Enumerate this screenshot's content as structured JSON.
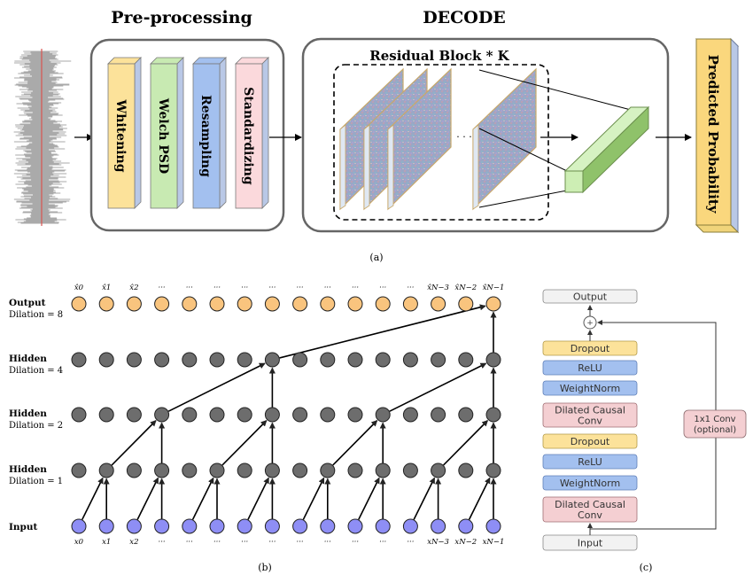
{
  "panel_a": {
    "preprocessing_title": "Pre-processing",
    "decode_title": "DECODE",
    "steps": [
      "Whitening",
      "Welch PSD",
      "Resampling",
      "Standardizing"
    ],
    "step_colors": [
      "#fce29a",
      "#c8eab2",
      "#a3c0ef",
      "#fbd9dc"
    ],
    "residual_block_label": "Residual Block  * K",
    "ellipsis": "·  ·  ·",
    "output_label": "Predicted Probability",
    "caption": "(a)"
  },
  "panel_b": {
    "rows": [
      {
        "name": "Output",
        "dilation": "Dilation = 8"
      },
      {
        "name": "Hidden",
        "dilation": "Dilation = 4"
      },
      {
        "name": "Hidden",
        "dilation": "Dilation = 2"
      },
      {
        "name": "Hidden",
        "dilation": "Dilation = 1"
      },
      {
        "name": "Input",
        "dilation": ""
      }
    ],
    "top_labels": [
      "x̂0",
      "x̂1",
      "x̂2",
      "···",
      "···",
      "···",
      "···",
      "···",
      "···",
      "···",
      "···",
      "···",
      "···",
      "x̂N−3",
      "x̂N−2",
      "x̂N−1"
    ],
    "bottom_labels": [
      "x0",
      "x1",
      "x2",
      "···",
      "···",
      "···",
      "···",
      "···",
      "···",
      "···",
      "···",
      "···",
      "···",
      "xN−3",
      "xN−2",
      "xN−1"
    ],
    "colors": {
      "output": "#f9c47e",
      "hidden": "#6d6d6d",
      "input": "#8e8ef5"
    },
    "caption": "(b)"
  },
  "panel_c": {
    "output_label": "Output",
    "plus": "+",
    "layers": [
      "Dropout",
      "ReLU",
      "WeightNorm",
      "Dilated Causal Conv",
      "Dropout",
      "ReLU",
      "WeightNorm",
      "Dilated Causal Conv"
    ],
    "layer_colors": [
      "#fce29a",
      "#a3c0ef",
      "#a3c0ef",
      "#f4cfd2",
      "#fce29a",
      "#a3c0ef",
      "#a3c0ef",
      "#f4cfd2"
    ],
    "input_label": "Input",
    "conv_label": "1x1 Conv (optional)",
    "caption": "(c)"
  }
}
